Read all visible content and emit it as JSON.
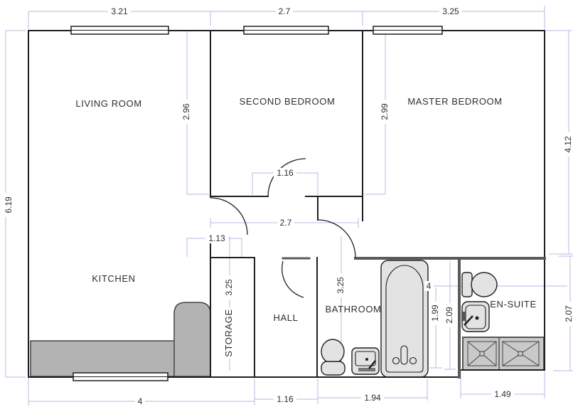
{
  "colors": {
    "dim_line": "#b9b9e2",
    "wall": "#1f1f1f",
    "wall_gray": "#5a5a5a",
    "fixture_fill": "#e3e3e3",
    "counter_fill": "#b3b3b3",
    "shower_fill": "#c9c9c9",
    "text": "#2e2e2e"
  },
  "rooms": {
    "living": "LIVING ROOM",
    "second": "SECOND BEDROOM",
    "master": "MASTER BEDROOM",
    "kitchen": "KITCHEN",
    "storage": "STORAGE",
    "hall": "HALL",
    "bathroom": "BATHROOM",
    "ensuite": "EN-SUITE"
  },
  "dims": {
    "top_living": "3.21",
    "top_second": "2.7",
    "top_master": "3.25",
    "overall_height": "6.19",
    "master_height": "4.12",
    "ensuite_right": "2.07",
    "kitchen_width": "4",
    "hall_width": "1.16",
    "bathroom_width": "1.94",
    "ensuite_width": "1.49",
    "living_height": "2.96",
    "second_height": "2.99",
    "second_door": "1.16",
    "corridor": "2.7",
    "living_door": "1.13",
    "storage_depth": "3.25",
    "bathroom_depth": "3.25",
    "ensuite_ref": "4",
    "tub_length": "1.99",
    "ensuite_depth": "2.09"
  }
}
